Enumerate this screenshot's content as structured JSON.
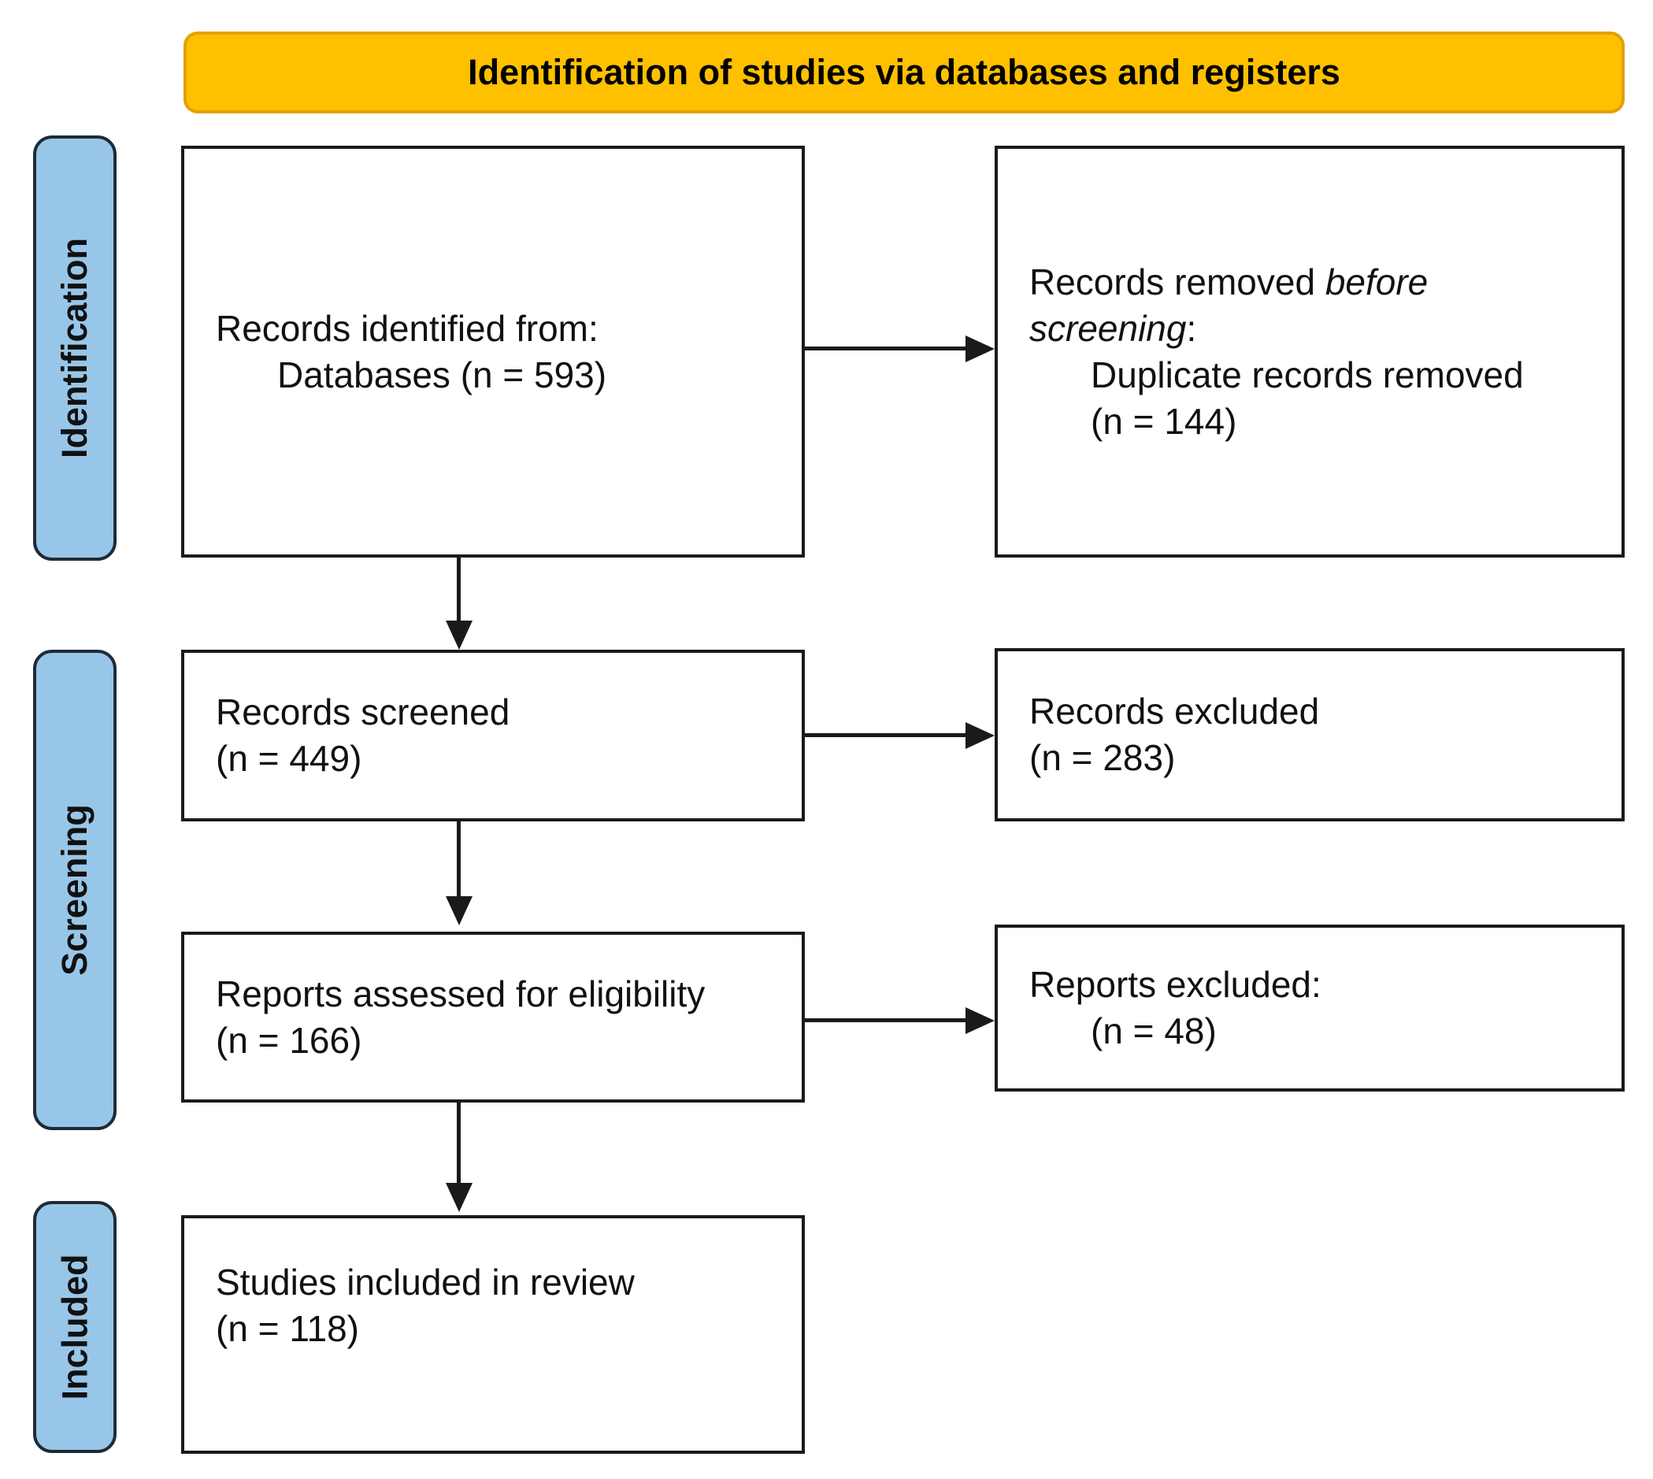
{
  "header": {
    "title": "Identification of studies via databases and registers"
  },
  "sidebar": {
    "items": [
      {
        "label": "Identification"
      },
      {
        "label": "Screening"
      },
      {
        "label": "Included"
      }
    ]
  },
  "flow": {
    "box_identified": {
      "line1": "Records identified from:",
      "line2": "Databases (n = 593)"
    },
    "box_removed": {
      "line1_normal": "Records removed ",
      "line1_italic": "before",
      "line2_italic": "screening",
      "line2_normal": ":",
      "line3": "Duplicate records removed",
      "line4": "(n = 144)"
    },
    "box_screened": {
      "line1": "Records screened",
      "line2": "(n = 449)"
    },
    "box_excluded": {
      "line1": "Records excluded",
      "line2": "(n = 283)"
    },
    "box_assessed": {
      "line1": "Reports assessed for eligibility",
      "line2": "(n = 166)"
    },
    "box_reports_excluded": {
      "line1": "Reports excluded:",
      "line2": "(n = 48)"
    },
    "box_included": {
      "line1": "Studies included in review",
      "line2": "(n = 118)"
    }
  },
  "colors": {
    "header_fill": "#FFC000",
    "header_border": "#E2A106",
    "stage_fill": "#98C6E8",
    "stage_border": "#1E2B36",
    "box_border": "#1A1A1A",
    "arrow": "#1A1A1A",
    "text": "#111111",
    "background": "#FFFFFF"
  }
}
